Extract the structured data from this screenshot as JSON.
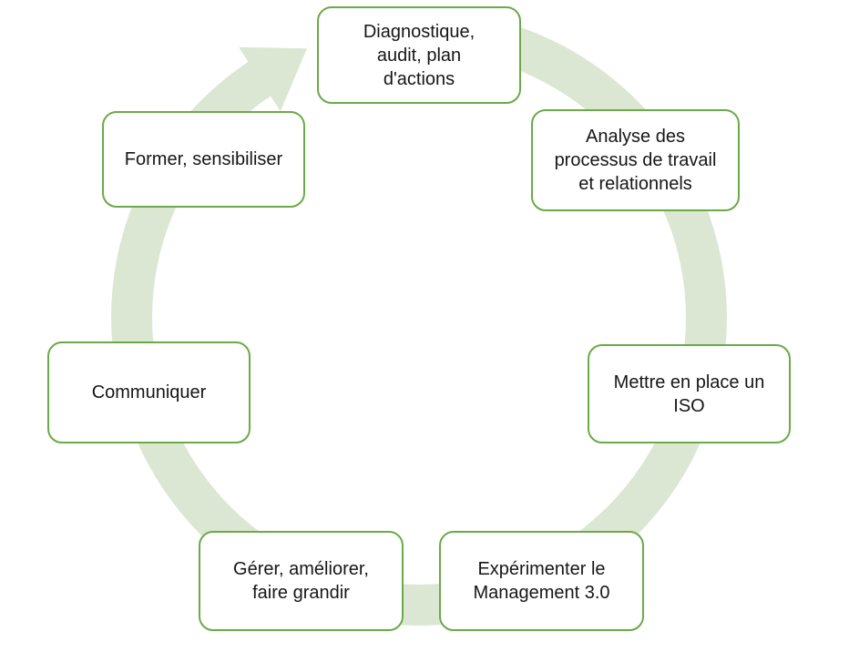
{
  "diagram": {
    "type": "cycle",
    "direction": "clockwise",
    "colors": {
      "ring": "#DBE7D2",
      "box_border": "#6AAA47",
      "text": "#161616",
      "background": "#FFFFFF"
    },
    "arrow": {
      "shape": "circular-arrow",
      "head_position": "top-left",
      "head_direction": "up-right"
    },
    "steps": [
      {
        "id": "diagnostique",
        "label": "Diagnostique,\naudit, plan\nd'actions"
      },
      {
        "id": "analyse",
        "label": "Analyse des\nprocessus de travail\net relationnels"
      },
      {
        "id": "iso",
        "label": "Mettre en place un\nISO"
      },
      {
        "id": "experimenter",
        "label": "Expérimenter le\nManagement 3.0"
      },
      {
        "id": "gerer",
        "label": "Gérer, améliorer,\nfaire grandir"
      },
      {
        "id": "communiquer",
        "label": "Communiquer"
      },
      {
        "id": "former",
        "label": "Former, sensibiliser"
      }
    ]
  }
}
